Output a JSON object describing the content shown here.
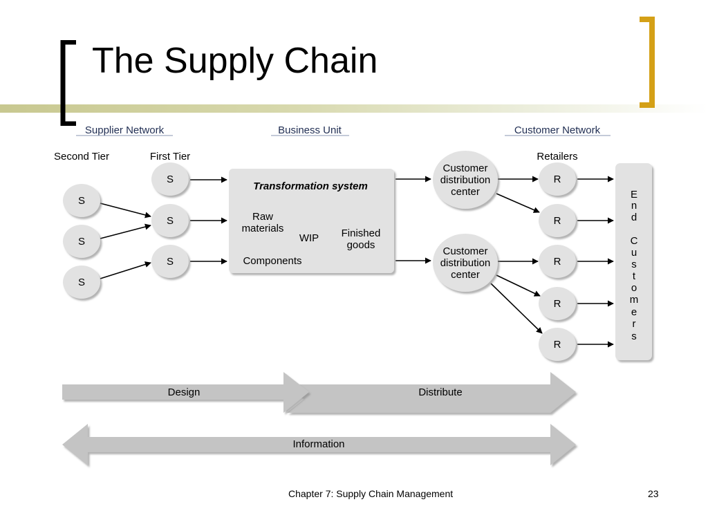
{
  "slide": {
    "title": "The Supply Chain",
    "footer": "Chapter 7: Supply Chain Management",
    "page_number": "23"
  },
  "diagram": {
    "headers": {
      "supplier_network": "Supplier Network",
      "business_unit": "Business Unit",
      "customer_network": "Customer Network"
    },
    "subheaders": {
      "second_tier": "Second Tier",
      "first_tier": "First Tier",
      "retailers": "Retailers"
    },
    "supplier_label": "S",
    "retailer_label": "R",
    "transformation": {
      "title": "Transformation system",
      "raw_line1": "Raw",
      "raw_line2": "materials",
      "wip": "WIP",
      "components": "Components",
      "finished_line1": "Finished",
      "finished_line2": "goods"
    },
    "distribution_center": {
      "line1": "Customer",
      "line2": "distribution",
      "line3": "center"
    },
    "end_customers": [
      "E",
      "n",
      "d",
      "C",
      "u",
      "s",
      "t",
      "o",
      "m",
      "e",
      "r",
      "s"
    ],
    "flows": {
      "design": "Design",
      "distribute": "Distribute",
      "information": "Information"
    }
  },
  "colors": {
    "accent_gold": "#d4a017",
    "node_fill": "#e2e2e2",
    "arrow_fill": "#c4c4c4",
    "header_text": "#1f2d52"
  }
}
